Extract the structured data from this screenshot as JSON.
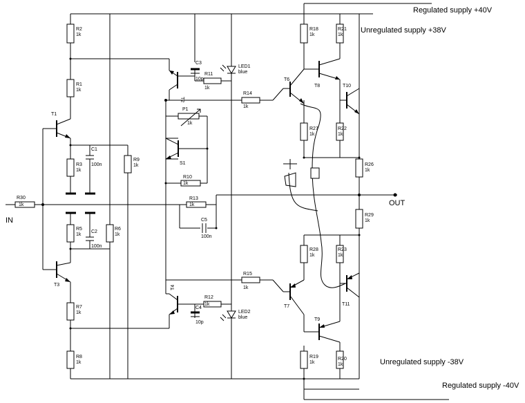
{
  "supplies": {
    "reg_pos": "Regulated supply +40V",
    "unreg_pos": "Unregulated supply +38V",
    "unreg_neg": "Unregulated supply -38V",
    "reg_neg": "Regulated supply -40V"
  },
  "io": {
    "in": "IN",
    "out": "OUT"
  },
  "resistors": {
    "R2": {
      "name": "R2",
      "value": "1k"
    },
    "R1": {
      "name": "R1",
      "value": "1k"
    },
    "R3": {
      "name": "R3",
      "value": "1k"
    },
    "R5": {
      "name": "R5",
      "value": "1k"
    },
    "R6": {
      "name": "R6",
      "value": "1k"
    },
    "R7": {
      "name": "R7",
      "value": "1k"
    },
    "R8": {
      "name": "R8",
      "value": "1k"
    },
    "R9": {
      "name": "R9",
      "value": "1k"
    },
    "R30": {
      "name": "R30",
      "value": "1k"
    },
    "R11": {
      "name": "R11",
      "value": "1k"
    },
    "R14": {
      "name": "R14",
      "value": "1k"
    },
    "R10": {
      "name": "R10",
      "value": "1k"
    },
    "R13": {
      "name": "R13",
      "value": "1k"
    },
    "R15": {
      "name": "R15",
      "value": "1k"
    },
    "R12": {
      "name": "R12",
      "value": "1k"
    },
    "R18": {
      "name": "R18",
      "value": "1k"
    },
    "R21": {
      "name": "R21",
      "value": "1k"
    },
    "R27": {
      "name": "R27",
      "value": "1k"
    },
    "R22": {
      "name": "R22",
      "value": "1k"
    },
    "R26": {
      "name": "R26",
      "value": "1k"
    },
    "R29": {
      "name": "R29",
      "value": "1k"
    },
    "R28": {
      "name": "R28",
      "value": "1k"
    },
    "R23": {
      "name": "R23",
      "value": "1k"
    },
    "R19": {
      "name": "R19",
      "value": "1k"
    },
    "R20": {
      "name": "R20",
      "value": "1k"
    },
    "P1": {
      "name": "P1",
      "value": "1k"
    }
  },
  "capacitors": {
    "C1": {
      "name": "C1",
      "value": "100n"
    },
    "C2": {
      "name": "C2",
      "value": "100n"
    },
    "C3": {
      "name": "C3",
      "value": "10p"
    },
    "C4": {
      "name": "C4",
      "value": "10p"
    },
    "C5": {
      "name": "C5",
      "value": "100n"
    }
  },
  "leds": {
    "LED1": {
      "name": "LED1",
      "value": "blue"
    },
    "LED2": {
      "name": "LED2",
      "value": "blue"
    }
  },
  "transistors": {
    "T1": "T1",
    "T3": "T3",
    "T2": "T2",
    "S1": "S1",
    "T4": "T4",
    "T6": "T6",
    "T8": "T8",
    "T10": "T10",
    "T7": "T7",
    "T9": "T9",
    "T11": "T11"
  }
}
